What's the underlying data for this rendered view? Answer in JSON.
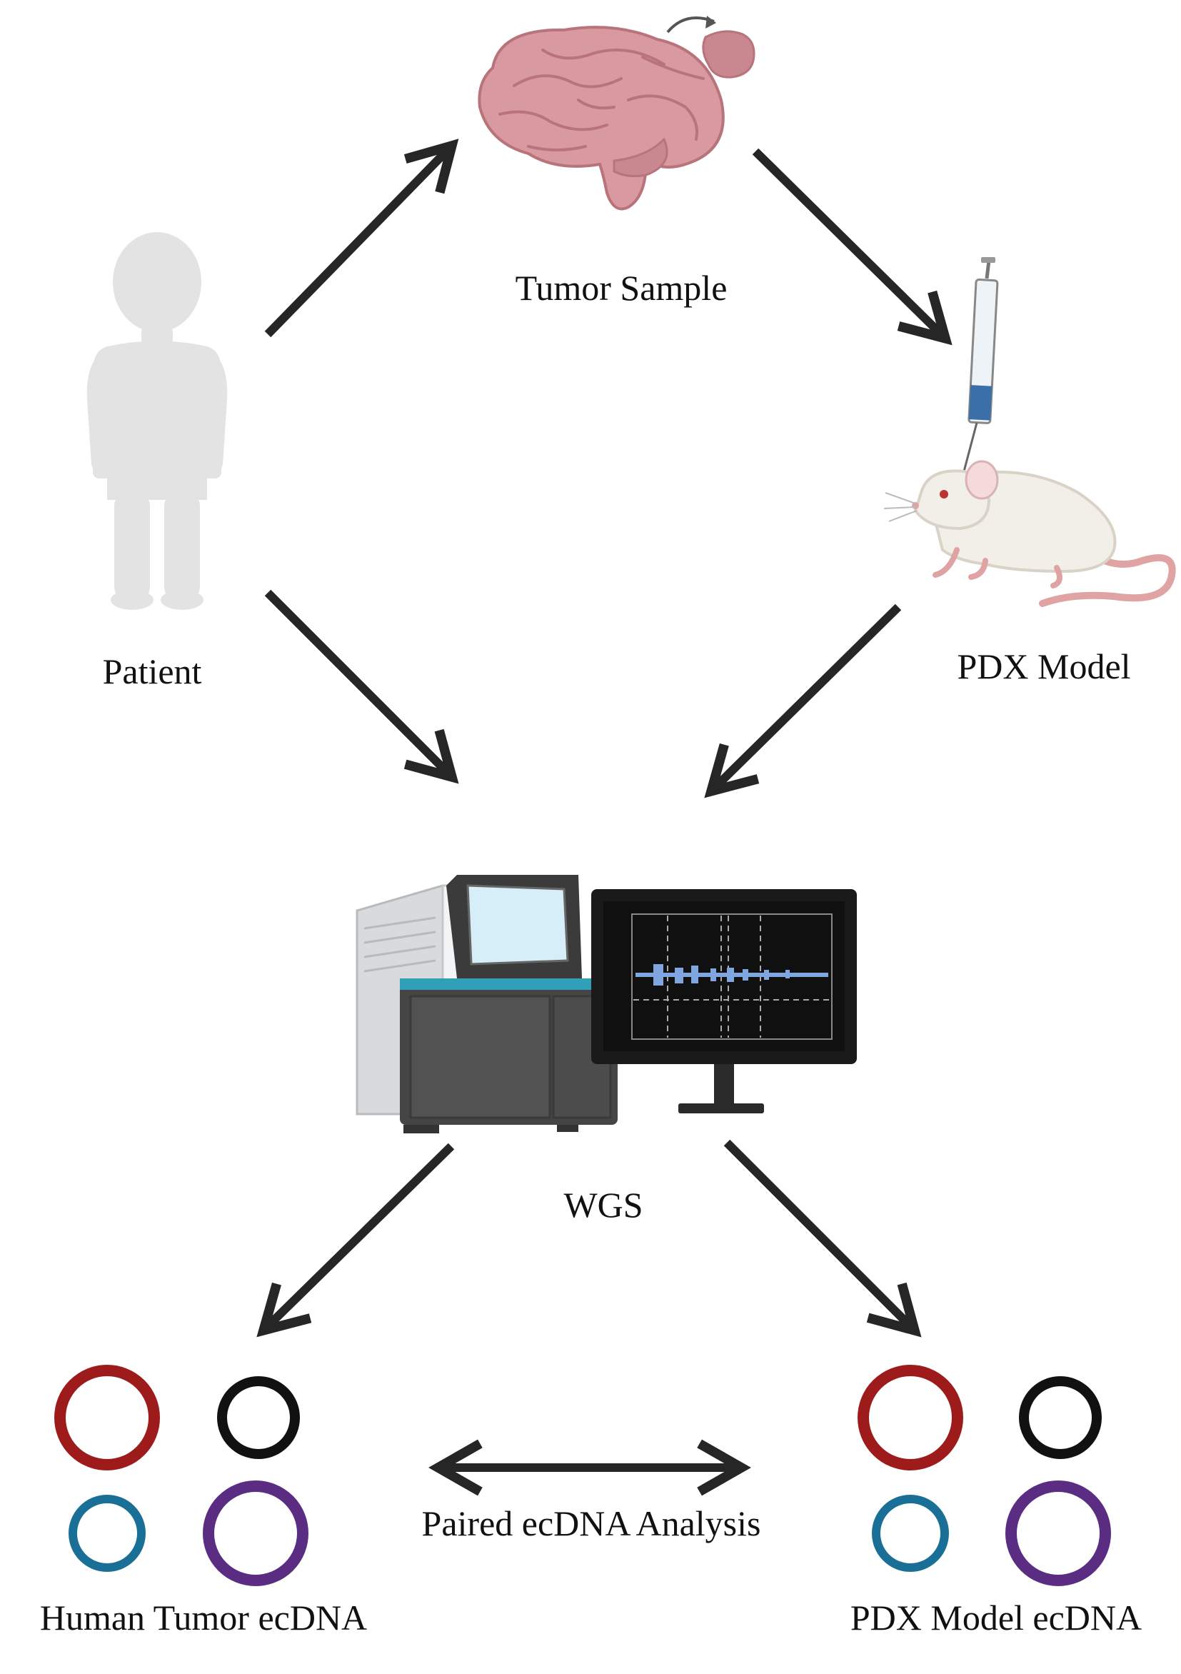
{
  "labels": {
    "tumor_sample": "Tumor Sample",
    "patient": "Patient",
    "pdx_model": "PDX Model",
    "wgs": "WGS",
    "paired_analysis": "Paired ecDNA Analysis",
    "human_ecdna": "Human Tumor ecDNA",
    "pdx_ecdna": "PDX Model ecDNA"
  },
  "ecdna_colors": {
    "red": "#9e1b1b",
    "black": "#111111",
    "blue": "#1a6f96",
    "purple": "#5a2d82"
  },
  "colors": {
    "arrow": "#262626",
    "brain": "#d89aa0",
    "silhouette": "#e3e3e3",
    "mouse": "#f2efe9",
    "tail": "#e0a3a3"
  }
}
